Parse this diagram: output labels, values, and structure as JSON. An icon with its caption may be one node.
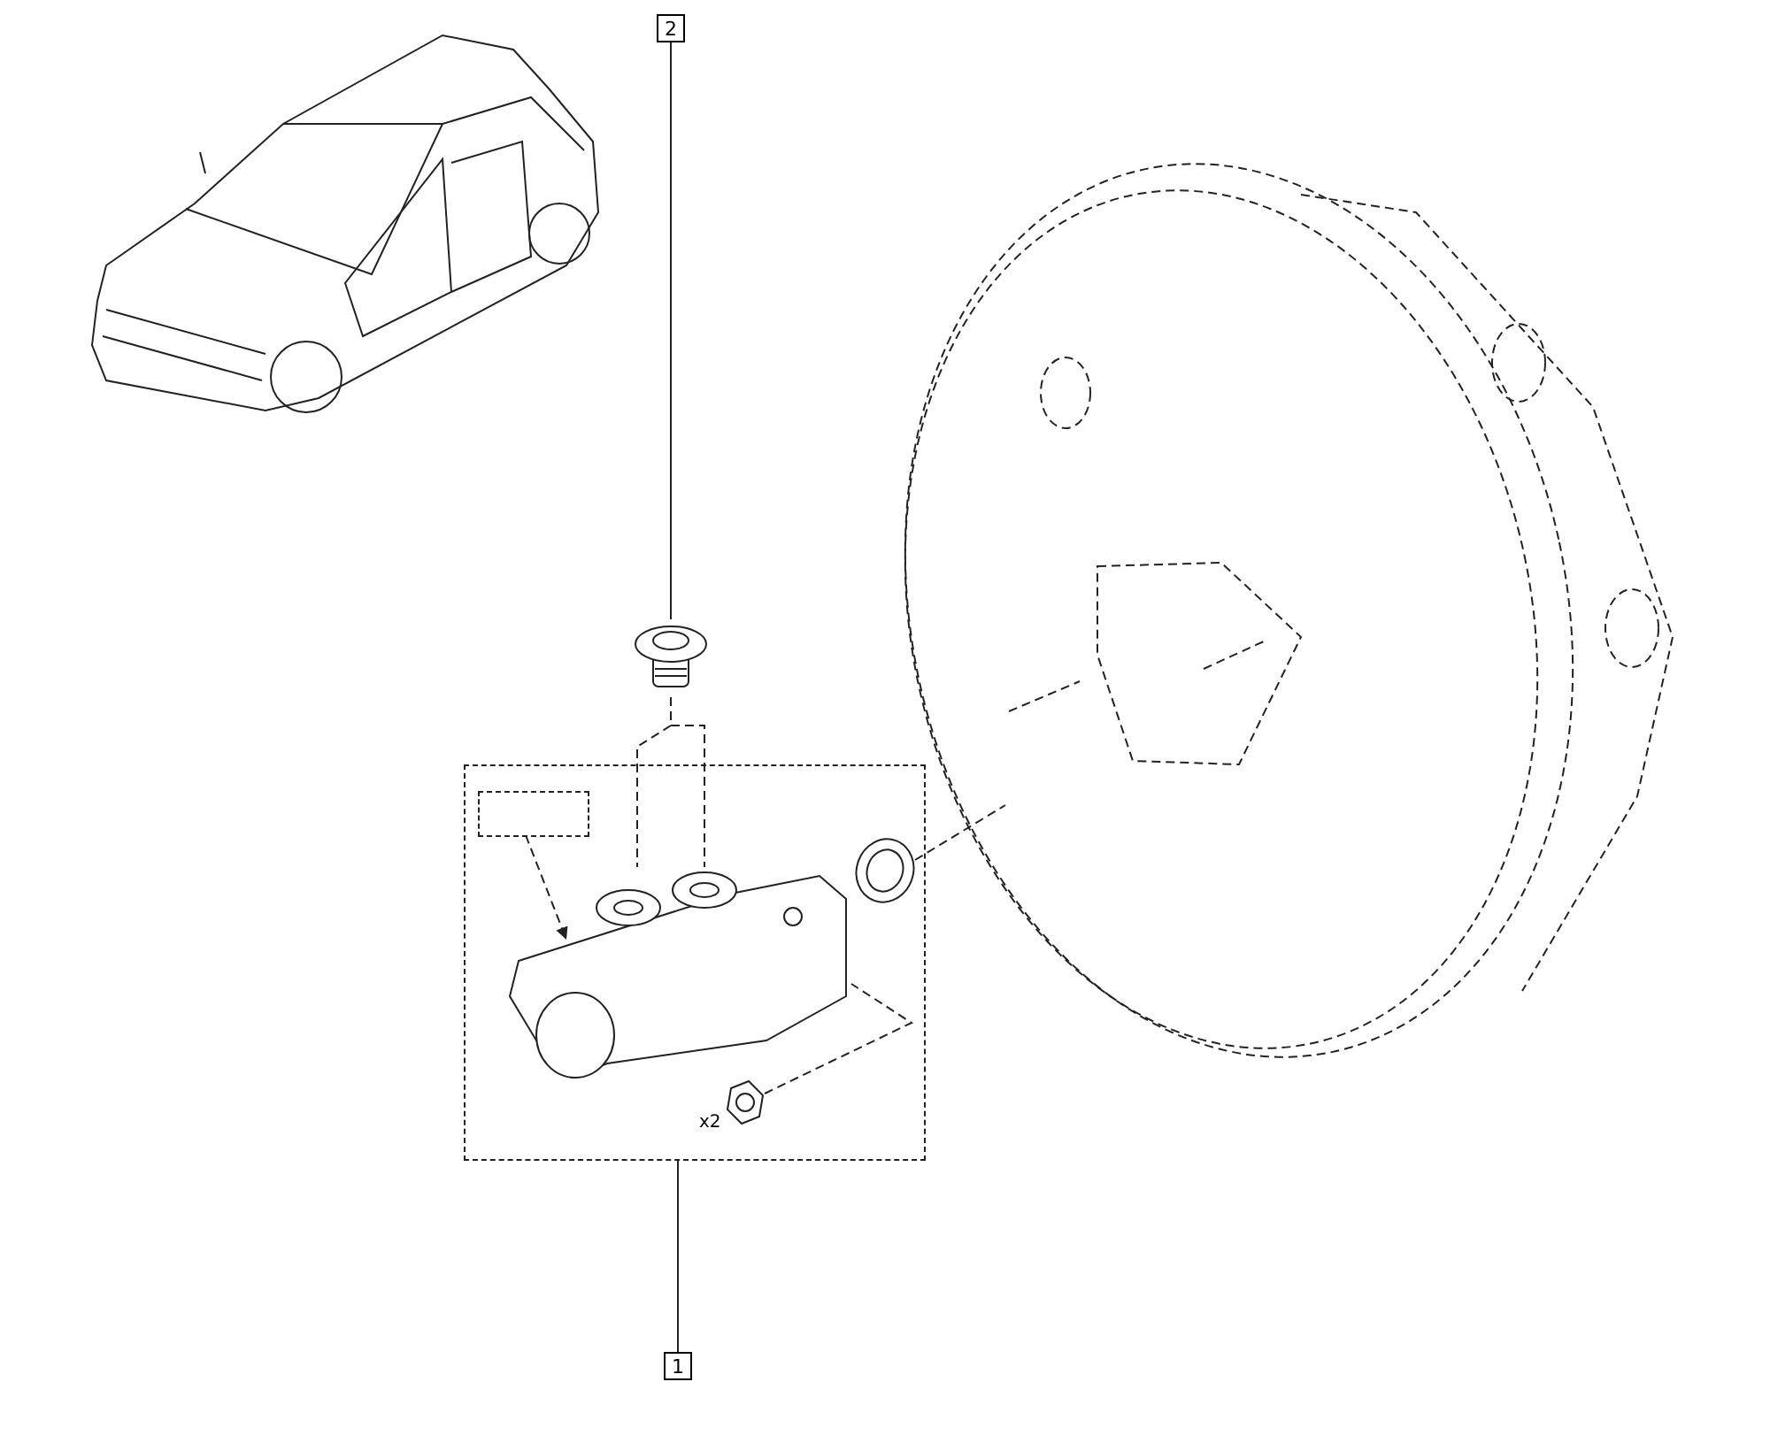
{
  "diagram": {
    "nodes": [
      {
        "text": [
          "2"
        ]
      },
      {
        "text": [],
        "shape": "picture"
      },
      {
        "text": [
          "1"
        ]
      },
      {
        "text": [],
        "shape": "box"
      },
      {
        "text": [],
        "shape": "picture",
        "in": 3
      },
      {
        "text": [],
        "shape": "picture",
        "in": 3
      },
      {
        "text": [],
        "shape": "picture",
        "in": 3
      },
      {
        "text": [],
        "shape": "box",
        "in": 3
      }
    ],
    "edges": [
      {
        "from": 0,
        "to": 1,
        "arrow": "none"
      },
      {
        "from": 2,
        "to": 3,
        "arrow": "none"
      },
      {
        "from": 1,
        "to": 4,
        "arrow": "none",
        "style": "dashed"
      },
      {
        "from": 5,
        "to": null,
        "arrow": "none",
        "style": "dashed"
      },
      {
        "from": 6,
        "to": 4,
        "arrow": "none",
        "style": "dashed"
      },
      {
        "from": 7,
        "to": 4,
        "arrow": "to",
        "style": "dashed"
      }
    ],
    "labels": [
      "x2"
    ]
  }
}
